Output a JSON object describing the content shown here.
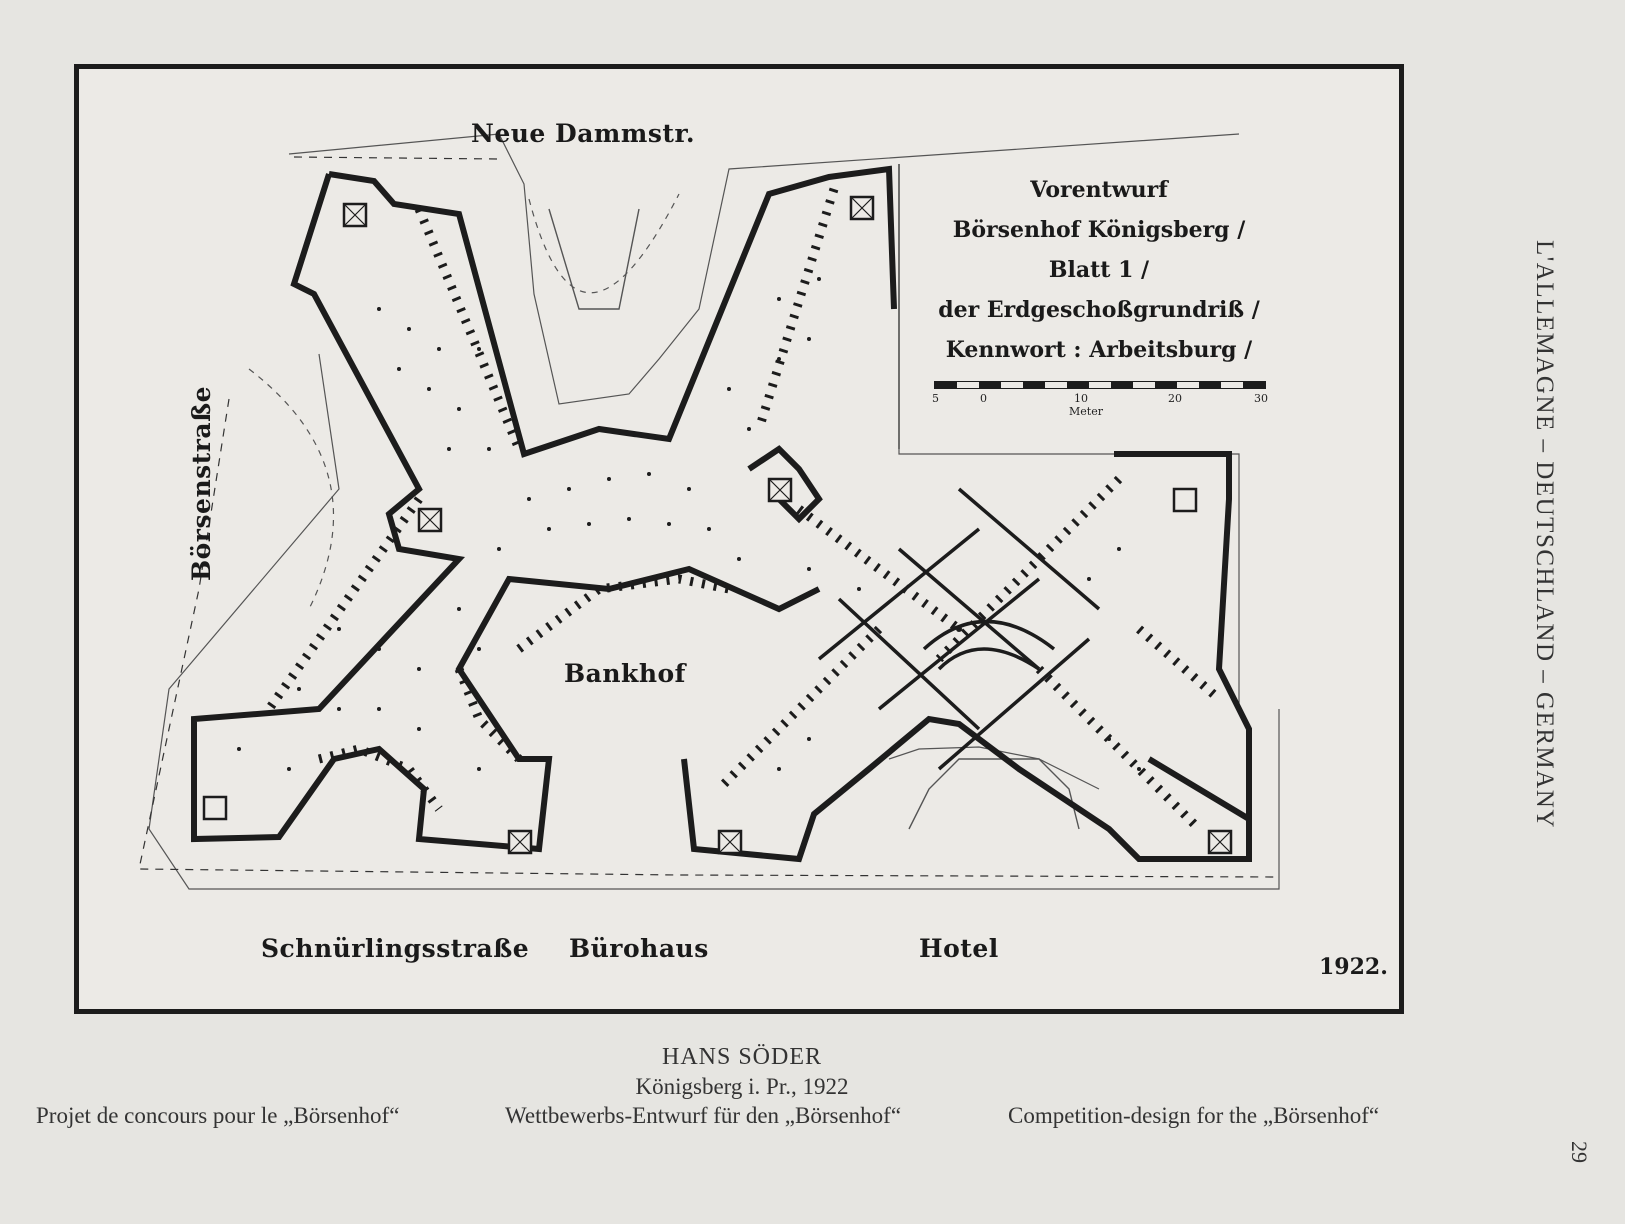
{
  "plan": {
    "streets": {
      "north": "Neue Dammstr.",
      "west": "Börsenstraße",
      "south": "Schnürlingsstraße"
    },
    "labels": {
      "courtyard": "Bankhof",
      "office": "Bürohaus",
      "hotel": "Hotel"
    },
    "legend": {
      "line1": "Vorentwurf",
      "line2": "Börsenhof Königsberg /",
      "line3": "Blatt 1 /",
      "line4": "der Erdgeschoßgrundriß /",
      "line5": "Kennwort : Arbeitsburg /"
    },
    "scale": {
      "ticks": [
        "5",
        "0",
        "10",
        "20",
        "30"
      ],
      "unit": "Meter"
    },
    "date": "1922."
  },
  "side_title": "L'ALLEMAGNE – DEUTSCHLAND – GERMANY",
  "page_number": "29",
  "caption": {
    "author": "HANS SÖDER",
    "place": "Königsberg i. Pr., 1922",
    "french": "Projet de concours pour le „Börsenhof“",
    "german": "Wettbewerbs-Entwurf für den „Börsenhof“",
    "english": "Competition-design for the „Börsenhof“"
  },
  "colors": {
    "ink": "#1c1c1c",
    "paper": "#e6e5e1",
    "sheet": "#eceae6"
  }
}
